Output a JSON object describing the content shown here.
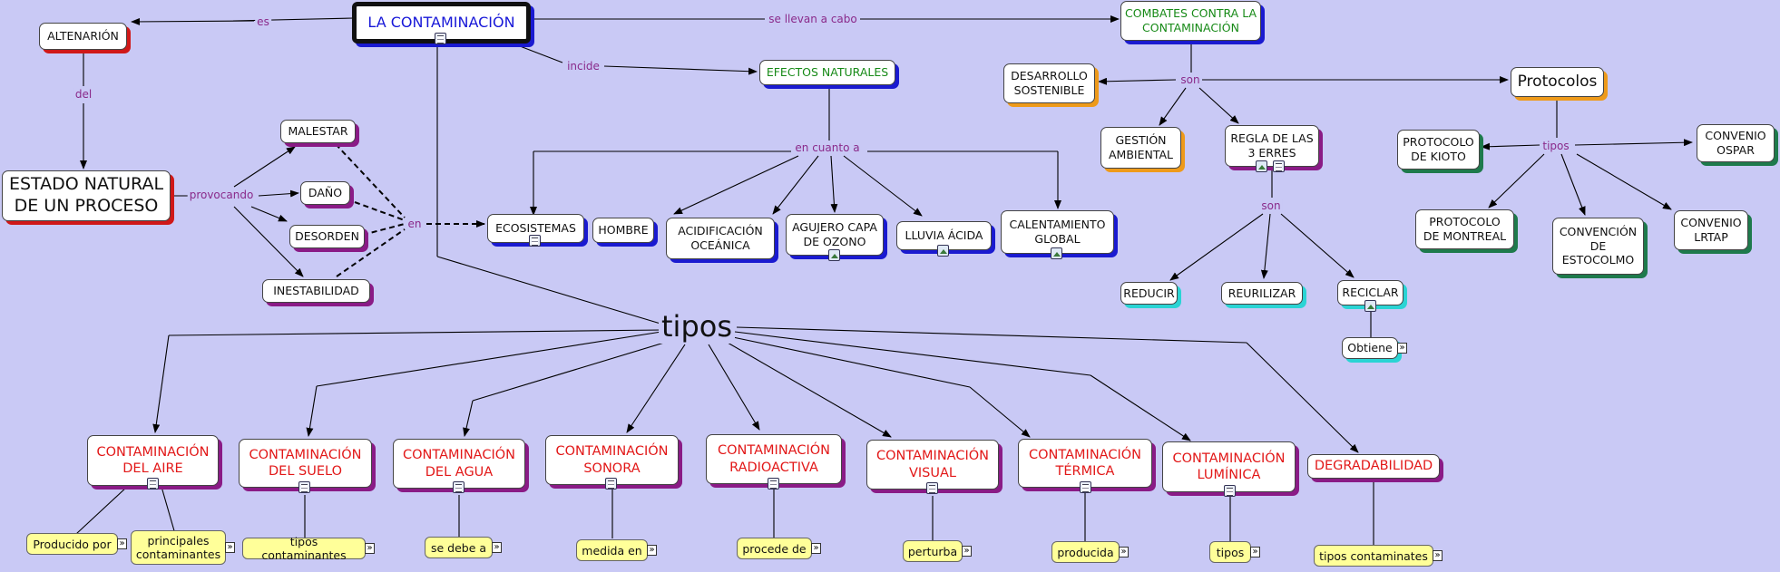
{
  "title": "LA CONTAMINACIÓN",
  "nodes": {
    "altenarion": "ALTENARIÓN",
    "estado_natural": "ESTADO NATURAL DE UN PROCESO",
    "malestar": "MALESTAR",
    "dano": "DAÑO",
    "desorden": "DESORDEN",
    "inestabilidad": "INESTABILIDAD",
    "efectos_naturales": "EFECTOS NATURALES",
    "ecosistemas": "ECOSISTEMAS",
    "hombre": "HOMBRE",
    "acidificacion": "ACIDIFICACIÓN OCEÁNICA",
    "agujero": "AGUJERO CAPA DE OZONO",
    "lluvia": "LLUVIA ÁCIDA",
    "calentamiento": "CALENTAMIENTO GLOBAL",
    "combates": "COMBATES CONTRA LA CONTAMINACIÓN",
    "desarrollo": "DESARROLLO SOSTENIBLE",
    "gestion": "GESTIÓN AMBIENTAL",
    "regla": "REGLA DE LAS 3 ERRES",
    "protocolos": "Protocolos",
    "reducir": "REDUCIR",
    "reutilizar": "REURILIZAR",
    "reciclar": "RECICLAR",
    "kioto": "PROTOCOLO DE KIOTO",
    "ospar": "CONVENIO OSPAR",
    "montreal": "PROTOCOLO DE MONTREAL",
    "estocolmo": "CONVENCIÓN DE ESTOCOLMO",
    "lrtap": "CONVENIO LRTAP",
    "c_aire": "CONTAMINACIÓN DEL AIRE",
    "c_suelo": "CONTAMINACIÓN DEL SUELO",
    "c_agua": "CONTAMINACIÓN DEL AGUA",
    "c_sonora": "CONTAMINACIÓN SONORA",
    "c_radio": "CONTAMINACIÓN RADIOACTIVA",
    "c_visual": "CONTAMINACIÓN VISUAL",
    "c_termica": "CONTAMINACIÓN TÉRMICA",
    "c_luminica": "CONTAMINACIÓN LUMÍNICA",
    "degradabilidad": "DEGRADABILIDAD"
  },
  "notes": {
    "obtiene": "Obtiene",
    "producido_por": "Producido por",
    "principales": "principales contaminantes",
    "tipos_cont": "tipos contaminantes",
    "se_debe": "se debe a",
    "medida": "medida en",
    "procede": "procede de",
    "perturba": "perturba",
    "producida": "producida",
    "tipos": "tipos",
    "tipos_contaminates": "tipos contaminates"
  },
  "labels": {
    "es": "es",
    "se_llevan": "se llevan a cabo",
    "incide": "incide",
    "del": "del",
    "provocando": "provocando",
    "en": "en",
    "en_cuanto": "en cuanto a",
    "son1": "son",
    "son2": "son",
    "tipos_prot": "tipos",
    "tipos_main": "tipos"
  }
}
